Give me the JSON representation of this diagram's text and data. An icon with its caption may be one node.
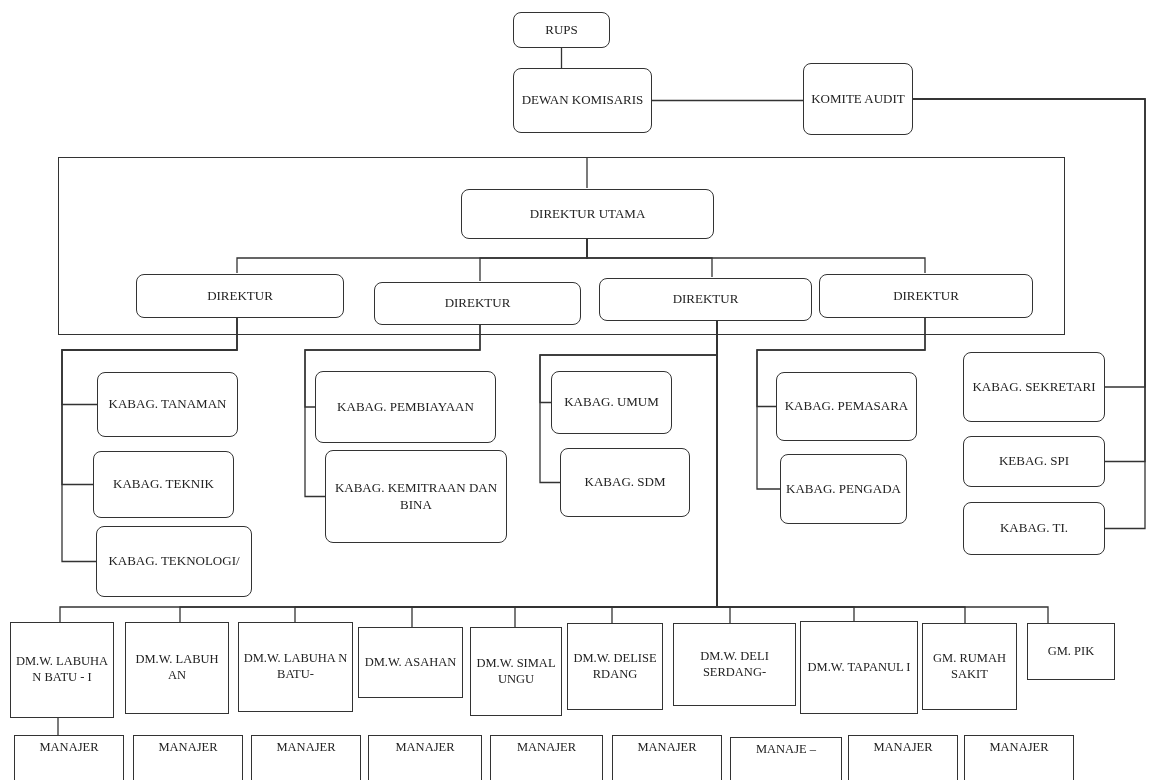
{
  "diagram": {
    "nodes": [
      {
        "text": [
          "RUPS"
        ]
      },
      {
        "text": [
          "DEWAN KOMISARIS"
        ]
      },
      {
        "text": [
          "KOMITE AUDIT"
        ]
      },
      {
        "text": [],
        "shape": "box"
      },
      {
        "text": [
          "DIREKTUR UTAMA"
        ],
        "in": 3
      },
      {
        "text": [
          "DIREKTUR"
        ],
        "in": 3
      },
      {
        "text": [
          "DIREKTUR"
        ],
        "in": 3
      },
      {
        "text": [
          "DIREKTUR"
        ],
        "in": 3
      },
      {
        "text": [
          "DIREKTUR"
        ],
        "in": 3
      },
      {
        "text": [
          "KABAG. TANAMAN"
        ]
      },
      {
        "text": [
          "KABAG. TEKNIK"
        ]
      },
      {
        "text": [
          "KABAG. TEKNOLOGI/"
        ]
      },
      {
        "text": [
          "KABAG. PEMBIAYAAN"
        ]
      },
      {
        "text": [
          "KABAG. KEMITRAAN DAN BINA"
        ]
      },
      {
        "text": [
          "KABAG. UMUM"
        ]
      },
      {
        "text": [
          "KABAG. SDM"
        ]
      },
      {
        "text": [
          "KABAG. PEMASARA"
        ]
      },
      {
        "text": [
          "KABAG. PENGADA"
        ]
      },
      {
        "text": [
          "KABAG. SEKRETARI"
        ]
      },
      {
        "text": [
          "KEBAG. SPI"
        ]
      },
      {
        "text": [
          "KABAG. TI."
        ]
      },
      {
        "text": [
          "DM.W. LABUHA N BATU - I"
        ]
      },
      {
        "text": [
          "DM.W. LABUH AN"
        ]
      },
      {
        "text": [
          "DM.W. LABUHA N BATU-"
        ]
      },
      {
        "text": [
          "DM.W. ASAHAN"
        ]
      },
      {
        "text": [
          "DM.W. SIMAL UNGU"
        ]
      },
      {
        "text": [
          "DM.W. DELISE RDANG"
        ]
      },
      {
        "text": [
          "DM.W. DELI SERDANG-"
        ]
      },
      {
        "text": [
          "DM.W. TAPANUL I"
        ]
      },
      {
        "text": [
          "GM. RUMAH SAKIT"
        ]
      },
      {
        "text": [
          "GM. PIK"
        ]
      },
      {
        "text": [
          "MANAJER"
        ]
      },
      {
        "text": [
          "MANAJER"
        ]
      },
      {
        "text": [
          "MANAJER"
        ]
      },
      {
        "text": [
          "MANAJER"
        ]
      },
      {
        "text": [
          "MANAJER"
        ]
      },
      {
        "text": [
          "MANAJER"
        ]
      },
      {
        "text": [
          "MANAJE –"
        ]
      },
      {
        "text": [
          "MANAJER"
        ]
      },
      {
        "text": [
          "MANAJER"
        ]
      }
    ],
    "edges": [
      {
        "from": 0,
        "to": 1,
        "arrow": "none"
      },
      {
        "from": 1,
        "to": 2,
        "arrow": "none"
      },
      {
        "from": 3,
        "to": 4,
        "arrow": "none"
      },
      {
        "from": 4,
        "to": 5,
        "arrow": "none"
      },
      {
        "from": 4,
        "to": 6,
        "arrow": "none"
      },
      {
        "from": 4,
        "to": 7,
        "arrow": "none"
      },
      {
        "from": 4,
        "to": 8,
        "arrow": "none"
      },
      {
        "from": 5,
        "to": 9,
        "arrow": "none"
      },
      {
        "from": 5,
        "to": 10,
        "arrow": "none"
      },
      {
        "from": 5,
        "to": 11,
        "arrow": "none"
      },
      {
        "from": 6,
        "to": 12,
        "arrow": "none"
      },
      {
        "from": 6,
        "to": 13,
        "arrow": "none"
      },
      {
        "from": 7,
        "to": 14,
        "arrow": "none"
      },
      {
        "from": 7,
        "to": 15,
        "arrow": "none"
      },
      {
        "from": 8,
        "to": 16,
        "arrow": "none"
      },
      {
        "from": 8,
        "to": 17,
        "arrow": "none"
      },
      {
        "from": 2,
        "to": 18,
        "arrow": "none"
      },
      {
        "from": 2,
        "to": 19,
        "arrow": "none"
      },
      {
        "from": 2,
        "to": 20,
        "arrow": "none"
      },
      {
        "from": 7,
        "to": 21,
        "arrow": "none"
      },
      {
        "from": 7,
        "to": 22,
        "arrow": "none"
      },
      {
        "from": 7,
        "to": 23,
        "arrow": "none"
      },
      {
        "from": 7,
        "to": 24,
        "arrow": "none"
      },
      {
        "from": 7,
        "to": 25,
        "arrow": "none"
      },
      {
        "from": 7,
        "to": 26,
        "arrow": "none"
      },
      {
        "from": 7,
        "to": 27,
        "arrow": "none"
      },
      {
        "from": 7,
        "to": 28,
        "arrow": "none"
      },
      {
        "from": 7,
        "to": 29,
        "arrow": "none"
      },
      {
        "from": 7,
        "to": 30,
        "arrow": "none"
      },
      {
        "from": 21,
        "to": 31,
        "arrow": "none"
      }
    ]
  }
}
